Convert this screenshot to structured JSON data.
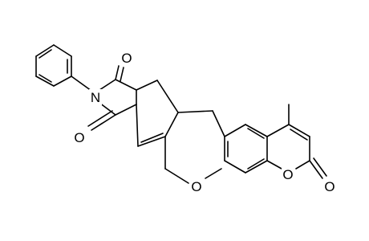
{
  "molecule": {
    "atoms": {
      "N": "N",
      "O_imide_top": "O",
      "O_imide_bottom": "O",
      "O_ether": "O",
      "O_lactone_ring": "O",
      "O_lactone_carbonyl": "O"
    }
  }
}
